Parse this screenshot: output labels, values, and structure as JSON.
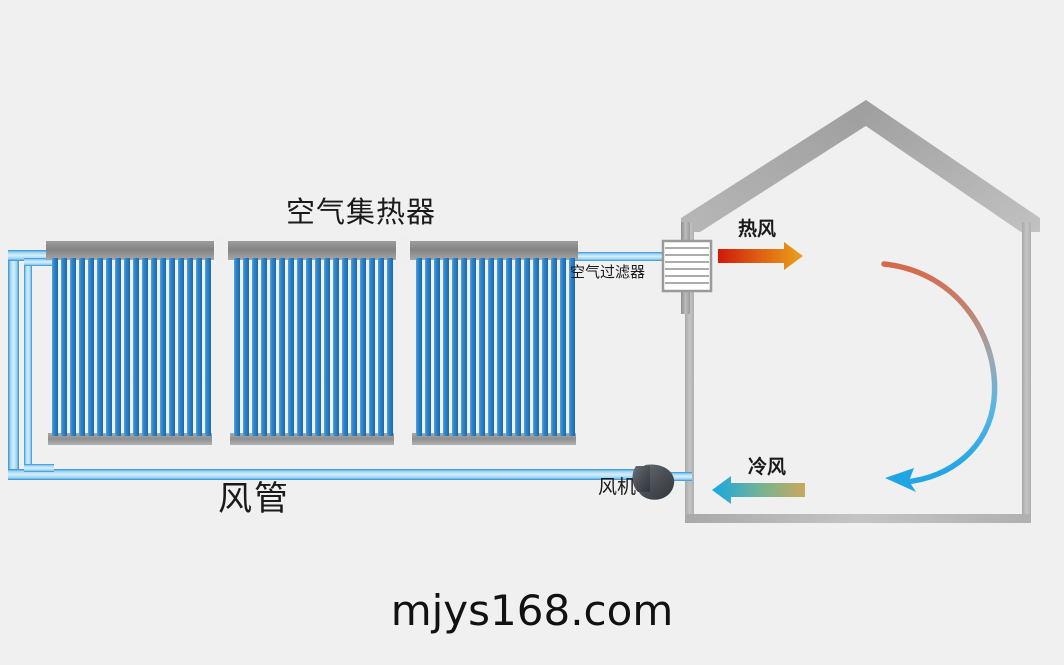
{
  "diagram": {
    "title": "空气集热器",
    "background_color": "#f0f0f0",
    "watermark": "mjys168.com"
  },
  "labels": {
    "collector": "空气集热器",
    "air_filter": "空气过滤器",
    "air_duct": "风管",
    "fan": "风机",
    "hot_air": "热风",
    "cold_air": "冷风"
  },
  "components": {
    "collector_panels": {
      "count": 3,
      "tubes_per_panel": 17,
      "tube_color": "#1f6fb5",
      "tube_highlight_color": "#3f9fe0",
      "header_bar_color": "#8a8a8a",
      "footer_bar_color": "#9a9a9a"
    },
    "duct": {
      "pipe_core_color": "#bfe4f7",
      "pipe_edge_color": "#2f8fd4",
      "shape": "u-loop"
    },
    "air_filter_box": {
      "line_count": 7,
      "fill": "#ffffff",
      "border": "#9a9a9a"
    },
    "fan": {
      "body_color": "#4a4f55"
    },
    "house": {
      "wall_color": "#b9b9b9",
      "roof_color": "#a8a8a8",
      "interior_color": "#f0f0f0"
    },
    "circulation_arc": {
      "top_color": "#d8674a",
      "bottom_color": "#2aa3e0",
      "direction": "clockwise-down-left"
    },
    "hot_air_arrow": {
      "from_color": "#d81f12",
      "to_color": "#e9a01b",
      "direction": "right"
    },
    "cold_air_arrow": {
      "from_color": "#c9a85c",
      "to_color": "#1fa8e0",
      "direction": "left"
    }
  }
}
